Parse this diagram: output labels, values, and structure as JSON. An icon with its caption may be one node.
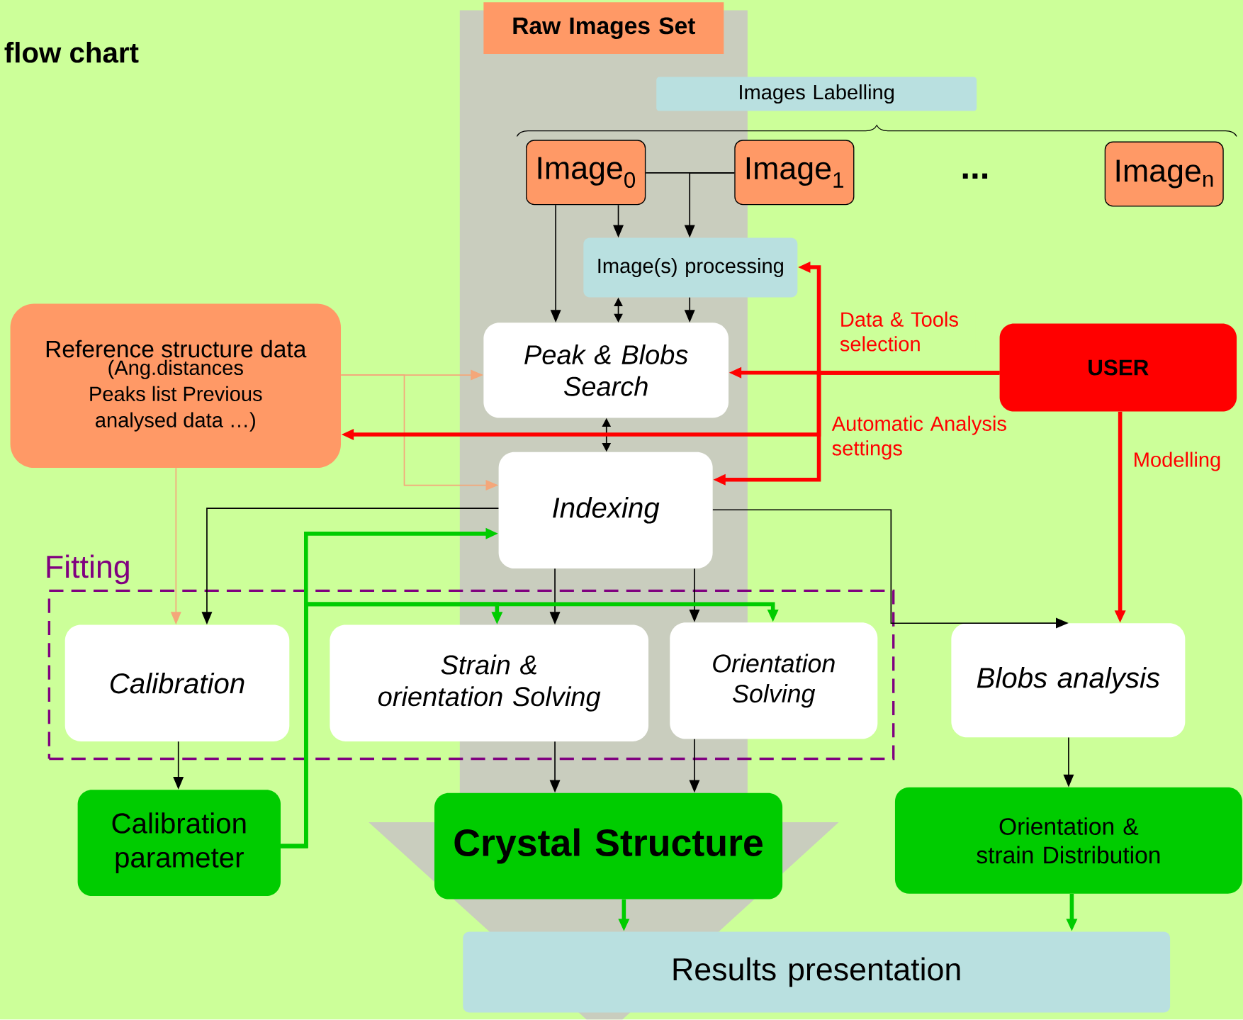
{
  "diagram": {
    "title": "flow chart",
    "nodes": [
      {
        "text": [
          "Raw Images Set"
        ]
      },
      {
        "text": [
          "Images Labelling"
        ]
      },
      {
        "text": [
          "Image$_{0}$"
        ]
      },
      {
        "text": [
          "Image$_{1}$"
        ]
      },
      {
        "text": [
          "Image$_{n}$"
        ]
      },
      {
        "text": [
          "Image(s) processing"
        ]
      },
      {
        "text": [
          "Reference structure data",
          "(Ang.distances Peaks list Previous analysed data …)"
        ]
      },
      {
        "text": [
          "Peak & Blobs Search"
        ]
      },
      {
        "text": [
          "USER"
        ]
      },
      {
        "text": [
          "Indexing"
        ]
      },
      {
        "text": [
          "Fitting"
        ]
      },
      {
        "text": [
          "Calibration"
        ],
        "in": 10
      },
      {
        "text": [
          "Strain & orientation Solving"
        ],
        "in": 10
      },
      {
        "text": [
          "Orientation Solving"
        ],
        "in": 10
      },
      {
        "text": [
          "Blobs analysis"
        ]
      },
      {
        "text": [
          "Calibration parameter"
        ]
      },
      {
        "text": [
          "Crystal Structure"
        ]
      },
      {
        "text": [
          "Orientation & strain Distribution"
        ]
      },
      {
        "text": [
          "Results presentation"
        ]
      }
    ],
    "edges": [
      {
        "from": 2,
        "to": 7,
        "arrow": "to"
      },
      {
        "from": 2,
        "to": 5,
        "arrow": "to"
      },
      {
        "from": 2,
        "to": 3,
        "arrow": "none"
      },
      {
        "from": 3,
        "to": 5,
        "arrow": "to"
      },
      {
        "from": 5,
        "to": 7,
        "arrow": "both"
      },
      {
        "from": 5,
        "to": 7,
        "arrow": "to"
      },
      {
        "from": 7,
        "to": 9,
        "arrow": "both"
      },
      {
        "from": 6,
        "to": 7,
        "arrow": "to",
        "color": "#f4a77a"
      },
      {
        "from": 6,
        "to": 9,
        "arrow": "to",
        "color": "#f4a77a"
      },
      {
        "from": 6,
        "to": 11,
        "arrow": "to",
        "color": "#f4a77a"
      },
      {
        "from": 8,
        "to": 7,
        "arrow": "to",
        "label": "Data & Tools selection",
        "style": "thick",
        "color": "#ff0000"
      },
      {
        "from": 8,
        "to": 5,
        "arrow": "to",
        "style": "thick",
        "color": "#ff0000"
      },
      {
        "from": 8,
        "to": 6,
        "arrow": "to",
        "label": "Automatic Analysis settings",
        "style": "thick",
        "color": "#ff0000"
      },
      {
        "from": 8,
        "to": 9,
        "arrow": "to",
        "style": "thick",
        "color": "#ff0000"
      },
      {
        "from": 8,
        "to": 14,
        "arrow": "to",
        "label": "Modelling",
        "style": "thick",
        "color": "#ff0000"
      },
      {
        "from": 9,
        "to": 11,
        "arrow": "to"
      },
      {
        "from": 9,
        "to": 12,
        "arrow": "to"
      },
      {
        "from": 9,
        "to": 13,
        "arrow": "to"
      },
      {
        "from": 9,
        "to": 14,
        "arrow": "to"
      },
      {
        "from": 11,
        "to": 15,
        "arrow": "to"
      },
      {
        "from": 15,
        "to": 9,
        "arrow": "to",
        "style": "thick",
        "color": "#00cc00"
      },
      {
        "from": 15,
        "to": 12,
        "arrow": "to",
        "style": "thick",
        "color": "#00cc00"
      },
      {
        "from": 15,
        "to": 13,
        "arrow": "to",
        "style": "thick",
        "color": "#00cc00"
      },
      {
        "from": 12,
        "to": 16,
        "arrow": "to"
      },
      {
        "from": 13,
        "to": 16,
        "arrow": "to"
      },
      {
        "from": 14,
        "to": 17,
        "arrow": "to"
      },
      {
        "from": 16,
        "to": 18,
        "arrow": "to",
        "style": "thick",
        "color": "#00cc00"
      },
      {
        "from": 17,
        "to": 18,
        "arrow": "to",
        "style": "thick",
        "color": "#00cc00"
      }
    ],
    "labels": [
      "..."
    ]
  }
}
